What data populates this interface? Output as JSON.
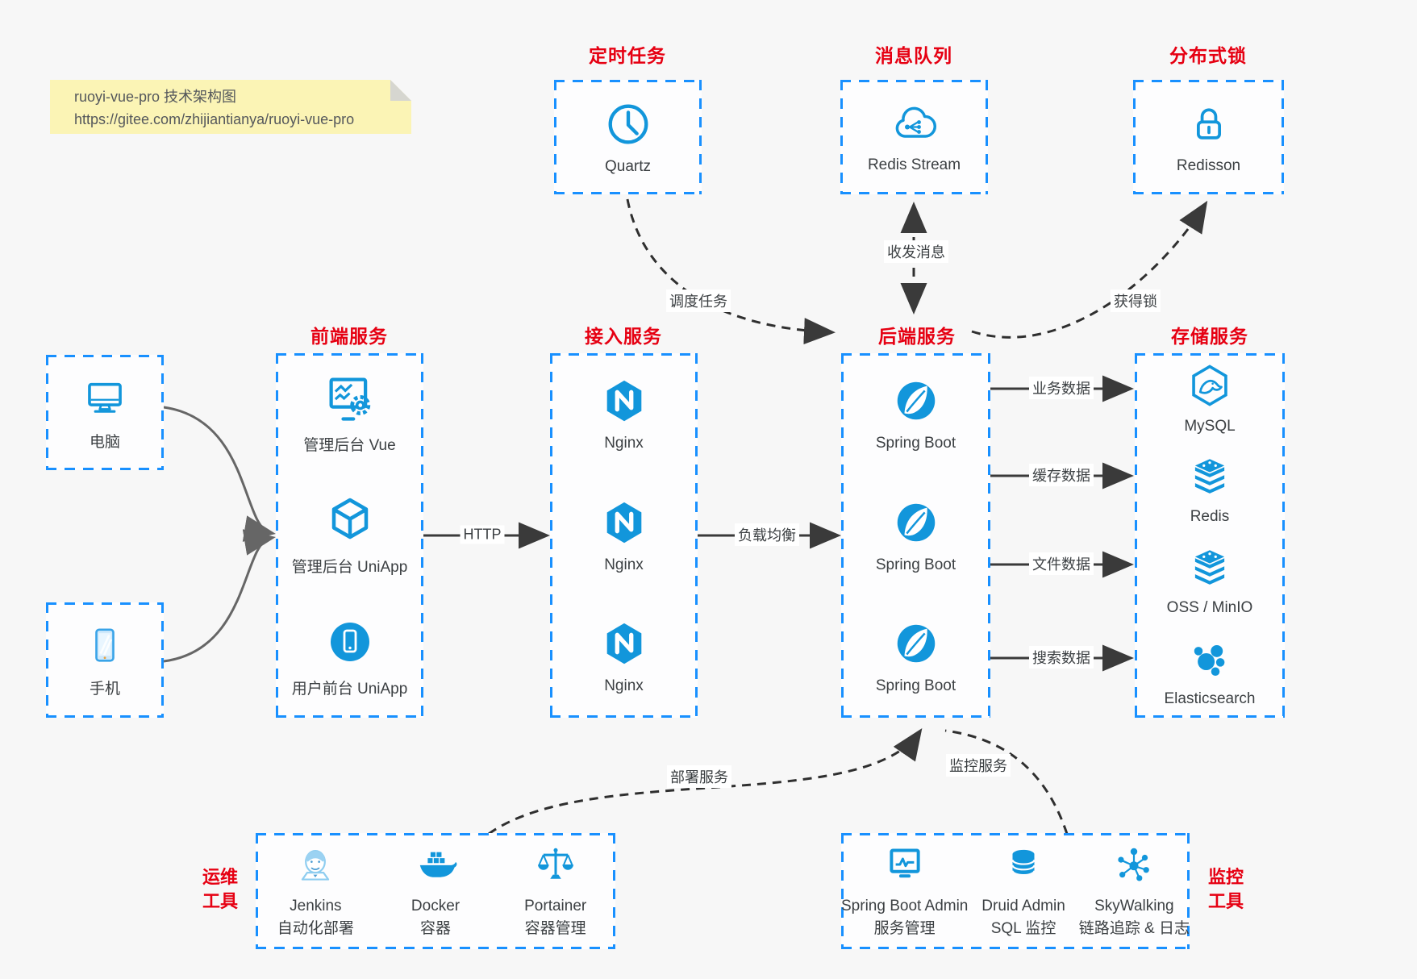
{
  "colors": {
    "accent_blue": "#1296db",
    "border_blue": "#1890ff",
    "title_red": "#e60012",
    "arrow_dark": "#3a3a3a",
    "client_curve_gray": "#666666",
    "note_bg": "#fbf4b5",
    "background": "#f7f7f7"
  },
  "note": {
    "line1": "ruoyi-vue-pro 技术架构图",
    "line2": "https://gitee.com/zhijiantianya/ruoyi-vue-pro"
  },
  "top": {
    "scheduler": {
      "title": "定时任务",
      "label": "Quartz",
      "icon": "clock-icon"
    },
    "mq": {
      "title": "消息队列",
      "label": "Redis Stream",
      "icon": "cloud-share-icon"
    },
    "lock": {
      "title": "分布式锁",
      "label": "Redisson",
      "icon": "lock-icon"
    }
  },
  "clients": {
    "pc": {
      "label": "电脑",
      "icon": "desktop-icon"
    },
    "mobile": {
      "label": "手机",
      "icon": "phone-icon"
    }
  },
  "frontend": {
    "title": "前端服务",
    "items": [
      {
        "label": "管理后台 Vue",
        "icon": "admin-vue-icon"
      },
      {
        "label": "管理后台 UniApp",
        "icon": "uniapp-cube-icon"
      },
      {
        "label": "用户前台 UniApp",
        "icon": "user-app-icon"
      }
    ]
  },
  "access": {
    "title": "接入服务",
    "items": [
      {
        "label": "Nginx",
        "icon": "nginx-icon"
      },
      {
        "label": "Nginx",
        "icon": "nginx-icon"
      },
      {
        "label": "Nginx",
        "icon": "nginx-icon"
      }
    ]
  },
  "backend": {
    "title": "后端服务",
    "items": [
      {
        "label": "Spring Boot",
        "icon": "spring-boot-icon"
      },
      {
        "label": "Spring Boot",
        "icon": "spring-boot-icon"
      },
      {
        "label": "Spring Boot",
        "icon": "spring-boot-icon"
      }
    ]
  },
  "storage": {
    "title": "存储服务",
    "items": [
      {
        "label": "MySQL",
        "icon": "mysql-icon"
      },
      {
        "label": "Redis",
        "icon": "redis-stack-icon"
      },
      {
        "label": "OSS / MinIO",
        "icon": "storage-stack-icon"
      },
      {
        "label": "Elasticsearch",
        "icon": "elasticsearch-icon"
      }
    ]
  },
  "ops": {
    "side_line1": "运维",
    "side_line2": "工具",
    "items": [
      {
        "name": "Jenkins",
        "desc": "自动化部署",
        "icon": "jenkins-icon"
      },
      {
        "name": "Docker",
        "desc": "容器",
        "icon": "docker-whale-icon"
      },
      {
        "name": "Portainer",
        "desc": "容器管理",
        "icon": "scales-icon"
      }
    ]
  },
  "monitoring": {
    "side_line1": "监控",
    "side_line2": "工具",
    "items": [
      {
        "name": "Spring Boot Admin",
        "desc": "服务管理",
        "icon": "monitor-chart-icon"
      },
      {
        "name": "Druid Admin",
        "desc": "SQL 监控",
        "icon": "database-icon"
      },
      {
        "name": "SkyWalking",
        "desc": "链路追踪 & 日志",
        "icon": "topology-icon"
      }
    ]
  },
  "edges": {
    "http": "HTTP",
    "load_balance": "负载均衡",
    "schedule": "调度任务",
    "send_receive": "收发消息",
    "acquire_lock": "获得锁",
    "business": "业务数据",
    "cache": "缓存数据",
    "file": "文件数据",
    "search": "搜索数据",
    "deploy": "部署服务",
    "monitor": "监控服务"
  }
}
